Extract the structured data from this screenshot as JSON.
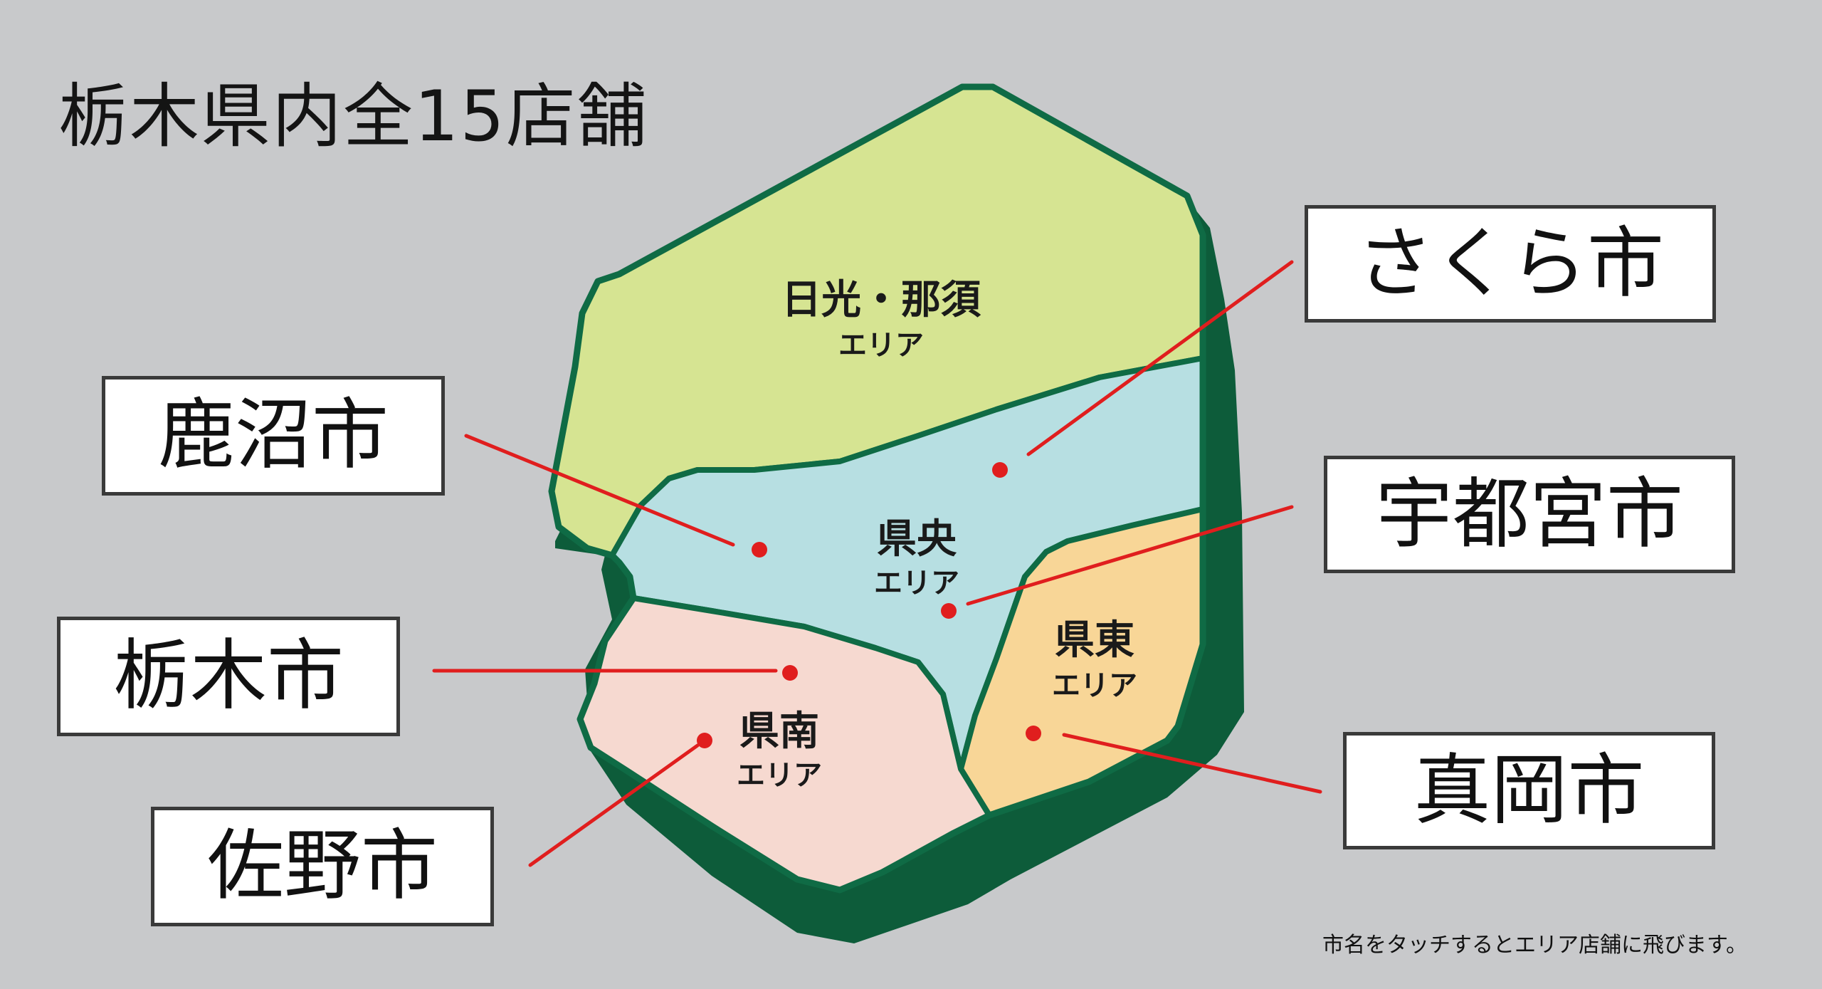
{
  "title": "栃木県内全15店舗",
  "note": "市名をタッチするとエリア店舗に飛びます。",
  "colors": {
    "background": "#c8c9cb",
    "border": "#0f6b45",
    "shadow": "#0d5c3a",
    "nikko_nasu": "#d6e492",
    "kenou": "#b7dfe2",
    "kennan": "#f6d9d0",
    "kentou": "#f8d697",
    "marker": "#e01e1e"
  },
  "regions": {
    "nikko_nasu": {
      "name": "日光・那須",
      "sub": "エリア"
    },
    "kenou": {
      "name": "県央",
      "sub": "エリア"
    },
    "kennan": {
      "name": "県南",
      "sub": "エリア"
    },
    "kentou": {
      "name": "県東",
      "sub": "エリア"
    }
  },
  "cities": {
    "sakura": "さくら市",
    "kanuma": "鹿沼市",
    "utsunomiya": "宇都宮市",
    "tochigi": "栃木市",
    "sano": "佐野市",
    "moka": "真岡市"
  }
}
